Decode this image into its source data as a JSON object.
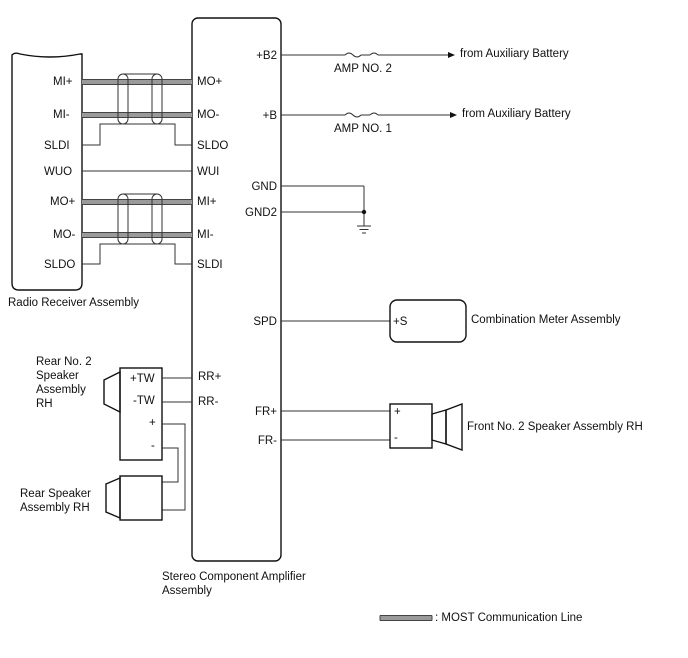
{
  "radio_receiver": {
    "title": "Radio Receiver Assembly",
    "pins": [
      "MI+",
      "MI-",
      "SLDI",
      "WUO",
      "MO+",
      "MO-",
      "SLDO"
    ]
  },
  "amplifier": {
    "title_line1": "Stereo Component Amplifier",
    "title_line2": "Assembly",
    "left_pins": [
      "MO+",
      "MO-",
      "SLDO",
      "WUI",
      "MI+",
      "MI-",
      "SLDI"
    ],
    "rr_pins": [
      "RR+",
      "RR-"
    ],
    "right_pins": [
      "+B2",
      "+B",
      "GND",
      "GND2",
      "SPD",
      "FR+",
      "FR-"
    ]
  },
  "power": {
    "fuse1": "AMP NO. 2",
    "fuse2": "AMP NO. 1",
    "source1": "from Auxiliary Battery",
    "source2": "from Auxiliary Battery"
  },
  "combination_meter": {
    "pin": "+S",
    "title": "Combination Meter Assembly"
  },
  "front_speaker": {
    "plus": "+",
    "minus": "-",
    "title": "Front No. 2 Speaker Assembly RH"
  },
  "rear_no2_speaker": {
    "title_lines": [
      "Rear No. 2",
      "Speaker",
      "Assembly",
      "RH"
    ],
    "pins": [
      "+TW",
      "-TW",
      "+",
      "-"
    ]
  },
  "rear_speaker": {
    "title_lines": [
      "Rear Speaker",
      "Assembly RH"
    ]
  },
  "legend": {
    "label": ": MOST Communication Line"
  }
}
